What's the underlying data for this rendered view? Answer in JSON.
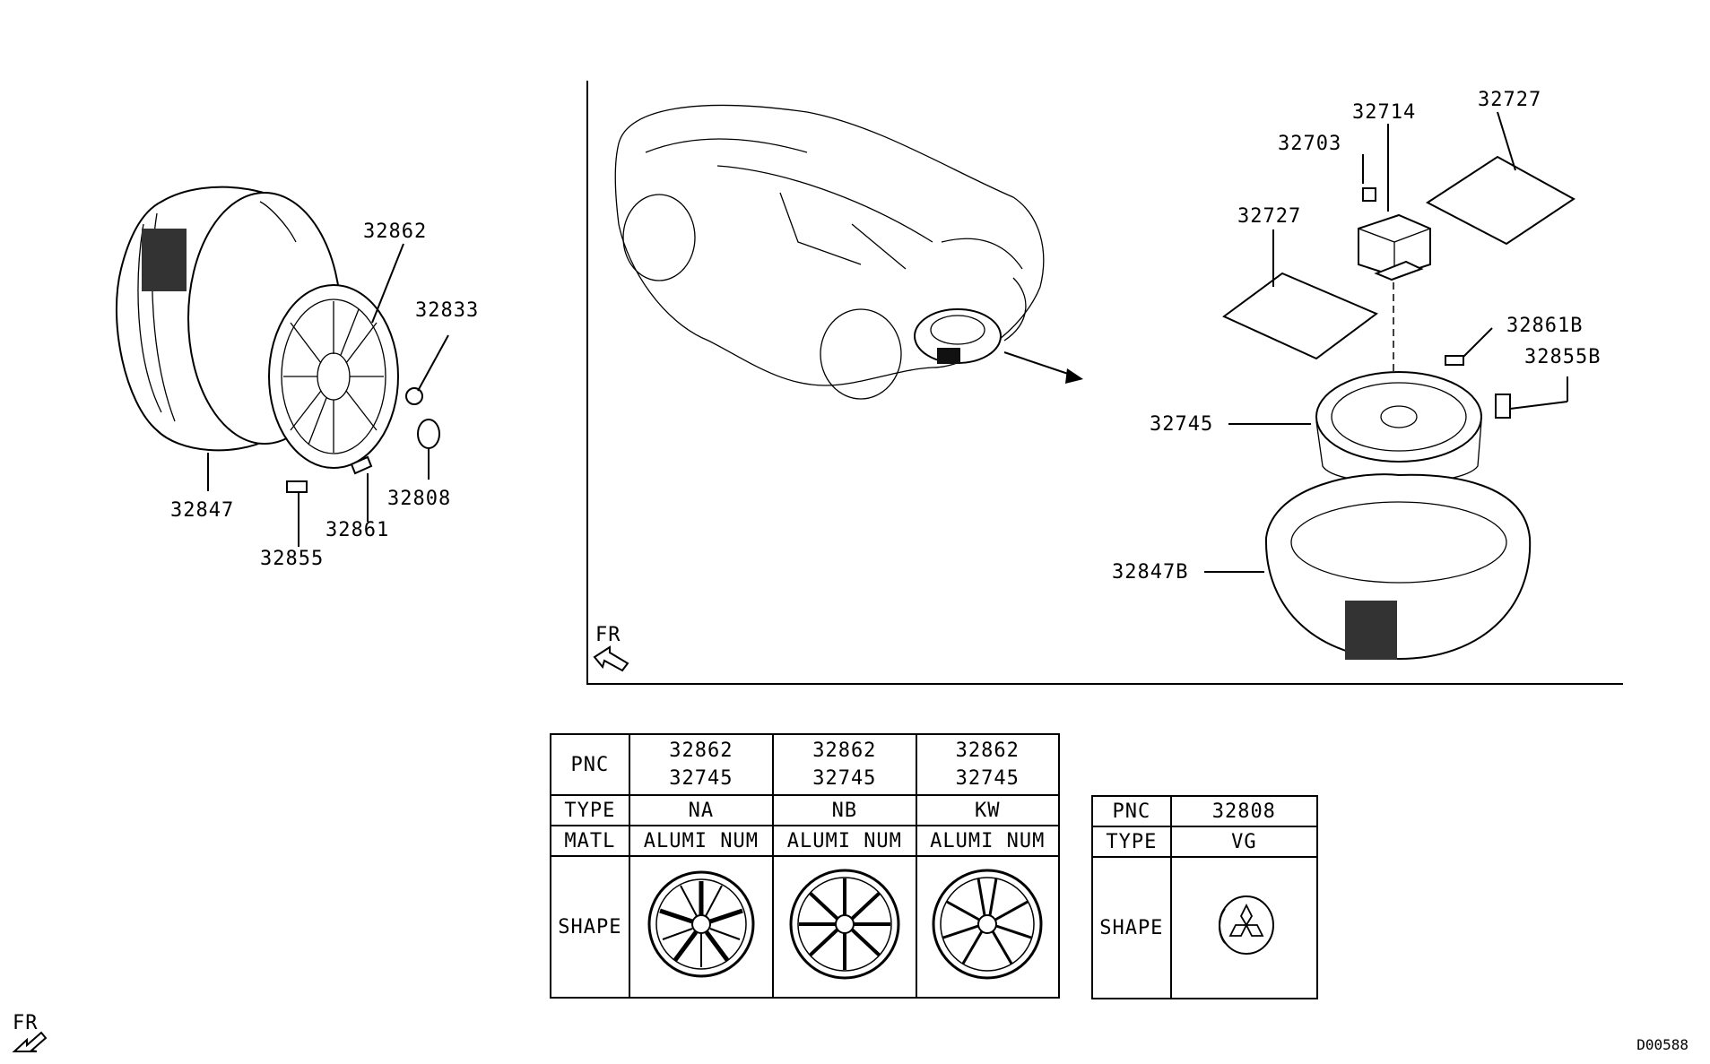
{
  "callouts": {
    "p32862": "32862",
    "p32833": "32833",
    "p32808": "32808",
    "p32847": "32847",
    "p32861": "32861",
    "p32855": "32855",
    "p32714": "32714",
    "p32727a": "32727",
    "p32703": "32703",
    "p32727b": "32727",
    "p32861B": "32861B",
    "p32855B": "32855B",
    "p32745": "32745",
    "p32847B": "32847B"
  },
  "orientation": {
    "fr_inset": "FR",
    "fr_main": "FR"
  },
  "wheel_table": {
    "pnc_label": "PNC",
    "type_label": "TYPE",
    "matl_label": "MATL",
    "shape_label": "SHAPE",
    "columns": [
      {
        "pnc1": "32862",
        "pnc2": "32745",
        "type": "NA",
        "matl": "ALUMI NUM"
      },
      {
        "pnc1": "32862",
        "pnc2": "32745",
        "type": "NB",
        "matl": "ALUMI NUM"
      },
      {
        "pnc1": "32862",
        "pnc2": "32745",
        "type": "KW",
        "matl": "ALUMI NUM"
      }
    ]
  },
  "cap_table": {
    "pnc_label": "PNC",
    "type_label": "TYPE",
    "shape_label": "SHAPE",
    "pnc": "32808",
    "type": "VG"
  },
  "drawing_code": "D00588"
}
